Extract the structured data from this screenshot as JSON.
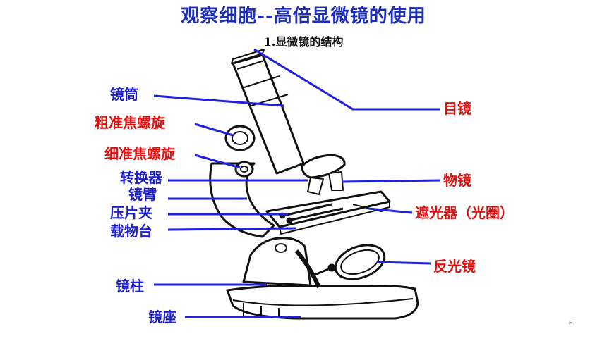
{
  "slide": {
    "title": "观察细胞--高倍显微镜的使用",
    "subtitle": "1.显微镜的结构",
    "page_number": "6"
  },
  "labels": {
    "jingtong": "镜筒",
    "cuzhunjiao": "粗准焦螺旋",
    "xizhunjiao": "细准焦螺旋",
    "zhuanhuanqi": "转换器",
    "jingbi": "镜臂",
    "yapianjia": "压片夹",
    "zaiwutai": "载物台",
    "jingzhu": "镜柱",
    "jingzuo": "镜座",
    "mujing": "目镜",
    "wujing": "物镜",
    "zheguangqi": "遮光器（光圈）",
    "fanguangjing": "反光镜"
  },
  "colors": {
    "title": "#1f2fb5",
    "label_blue": "#1d1fd0",
    "label_red": "#e01010",
    "leader_line": "#2020e0"
  }
}
